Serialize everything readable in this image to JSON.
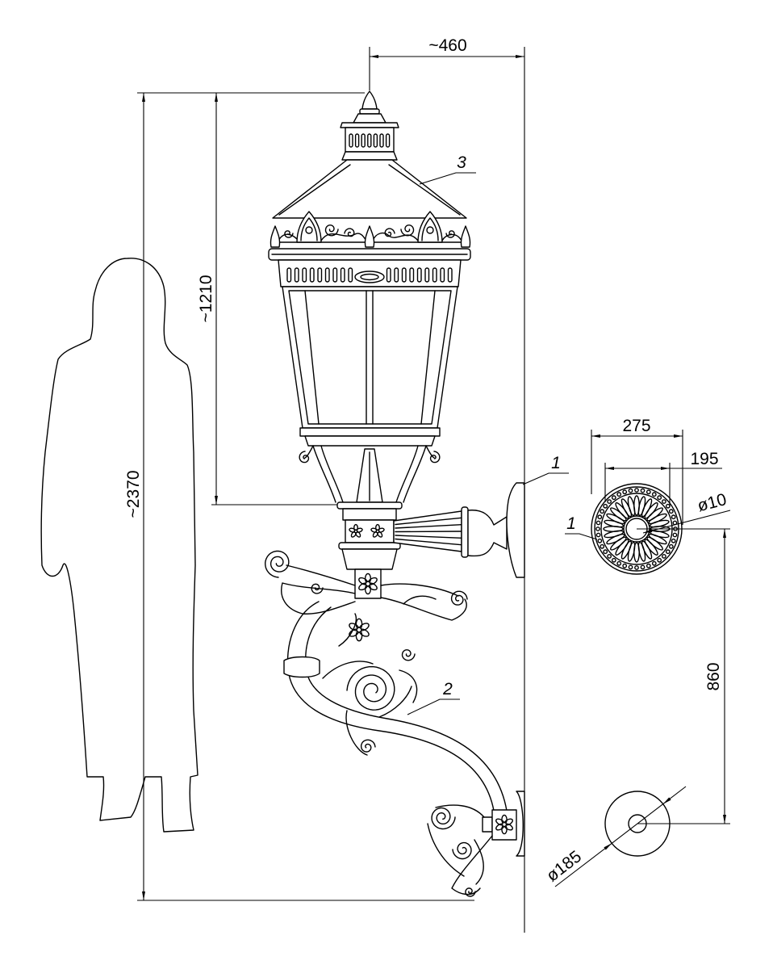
{
  "dimensions": {
    "top_width": "~460",
    "total_height": "~2370",
    "lantern_height": "~1210",
    "plate_outer": "275",
    "plate_inner": "195",
    "hole": "ø10",
    "mount_spacing": "860",
    "lower_plate": "ø185"
  },
  "callouts": {
    "lantern": "3",
    "plate_side": "1",
    "bracket": "2",
    "plate_front": "1"
  },
  "colors": {
    "line": "#000000",
    "background": "#ffffff"
  }
}
